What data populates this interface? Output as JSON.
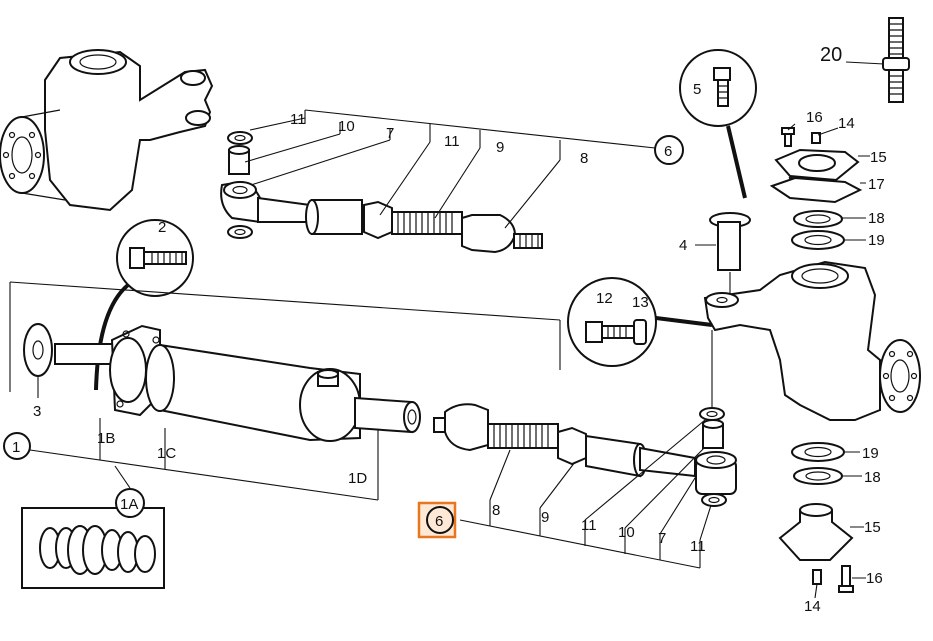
{
  "diagram": {
    "labels": {
      "l20": "20",
      "l5": "5",
      "l16a": "16",
      "l14a": "14",
      "l15a": "15",
      "l17": "17",
      "l18a": "18",
      "l19a": "19",
      "l4": "4",
      "l11a": "11",
      "l10a": "10",
      "l7a": "7",
      "l11b": "11",
      "l9a": "9",
      "l8a": "8",
      "l6a": "6",
      "l2": "2",
      "l12": "12",
      "l13": "13",
      "l3": "3",
      "l1": "1",
      "l1B": "1B",
      "l1C": "1C",
      "l1D": "1D",
      "l1A": "1A",
      "l19b": "19",
      "l18b": "18",
      "l15b": "15",
      "l16b": "16",
      "l14b": "14",
      "l6b": "6",
      "l8b": "8",
      "l9b": "9",
      "l11c": "11",
      "l10b": "10",
      "l7b": "7",
      "l11d": "11"
    },
    "colors": {
      "line": "#111111",
      "highlight": "#e8761e",
      "highlight_fill": "#fde9d6"
    }
  }
}
